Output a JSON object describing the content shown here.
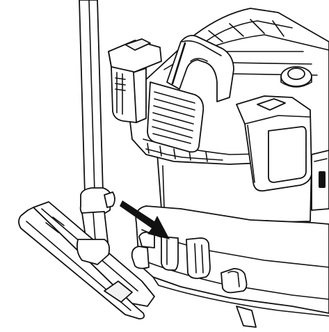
{
  "figure": {
    "ink_color": "#111111",
    "paper_color": "#ffffff",
    "parts": {
      "wand": "vacuum-wand-tube",
      "nozzle": "floor-nozzle",
      "drum": "collection-drum",
      "head": "motor-head",
      "handle": "carry-handle",
      "batteries": "battery-packs",
      "vent": "exhaust-vent",
      "pointer": "arrow-indicator",
      "slot": "accessory-slot"
    }
  }
}
